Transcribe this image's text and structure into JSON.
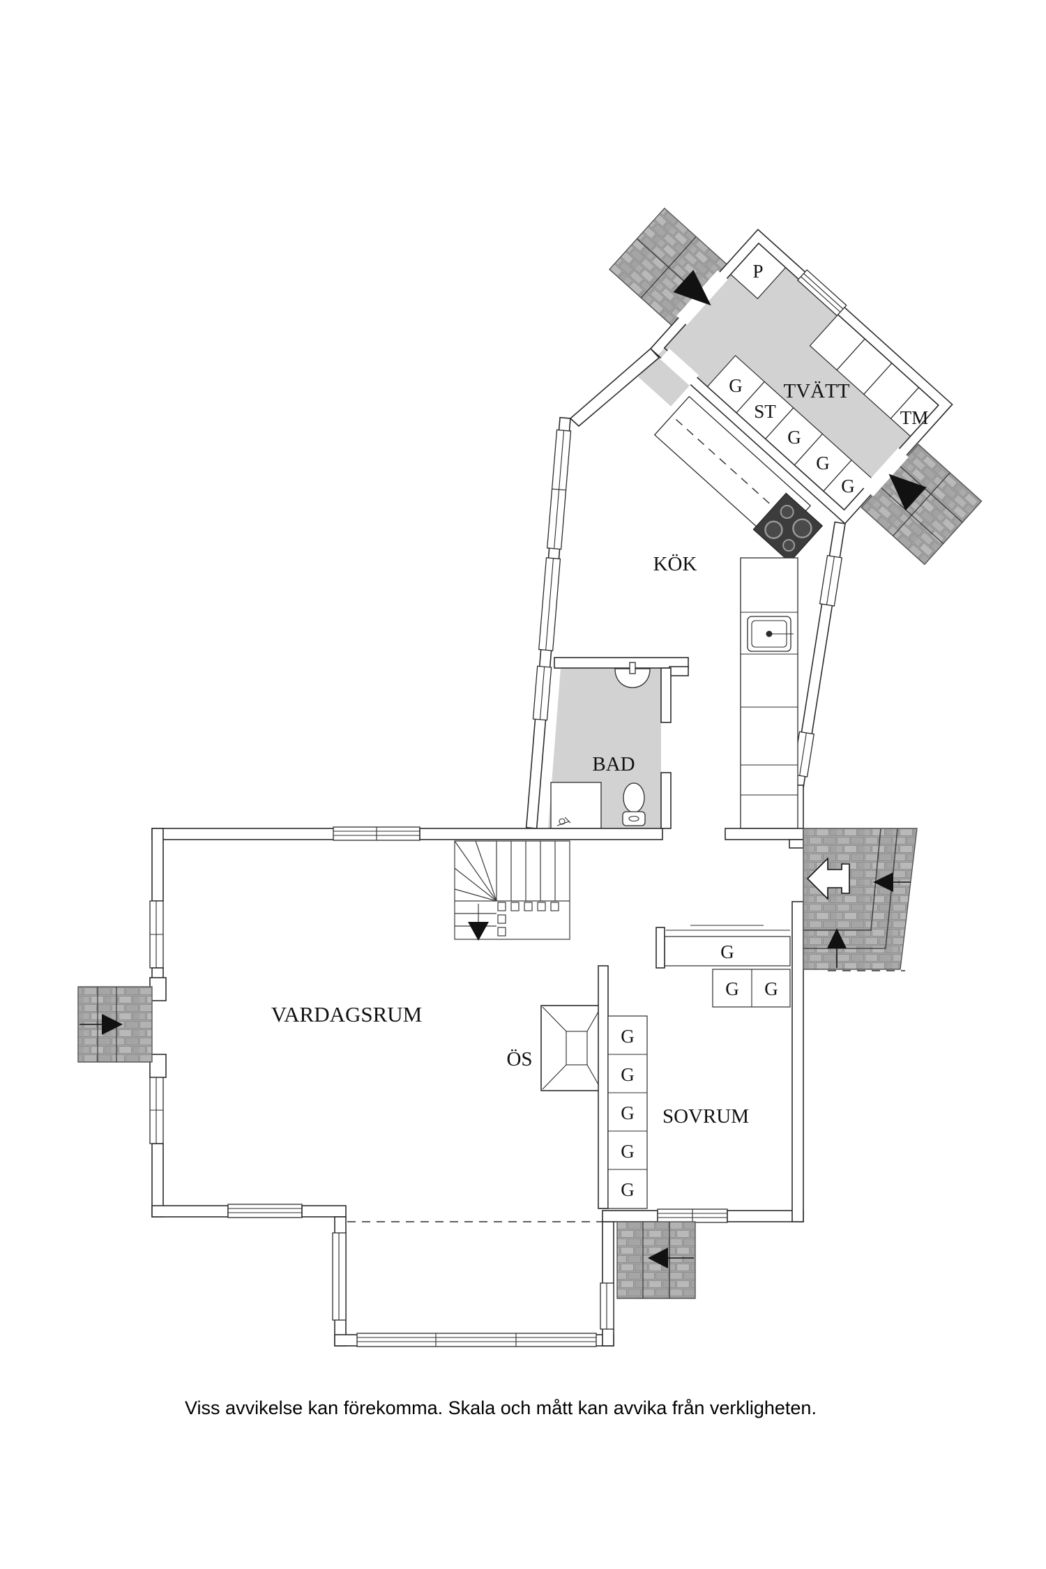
{
  "caption": {
    "text": "Viss avvikelse kan förekomma. Skala och mått kan avvika från verkligheten."
  },
  "rooms": {
    "laundry": "TVÄTT",
    "kitchen": "KÖK",
    "bathroom": "BAD",
    "living_room": "VARDAGSRUM",
    "bedroom": "SOVRUM",
    "fireplace": "ÖS"
  },
  "fixtures": {
    "wardrobe": "G",
    "cleaning_closet": "ST",
    "washing_machine": "TM",
    "pantry": "P"
  },
  "colors": {
    "background": "#ffffff",
    "room_shade": "#d2d2d2",
    "brick_base": "#a9a9a9",
    "brick_light": "#b9b9b9",
    "line": "#2b2b2b",
    "arrow_black": "#111111",
    "stove_dark": "#3c3c3c"
  }
}
